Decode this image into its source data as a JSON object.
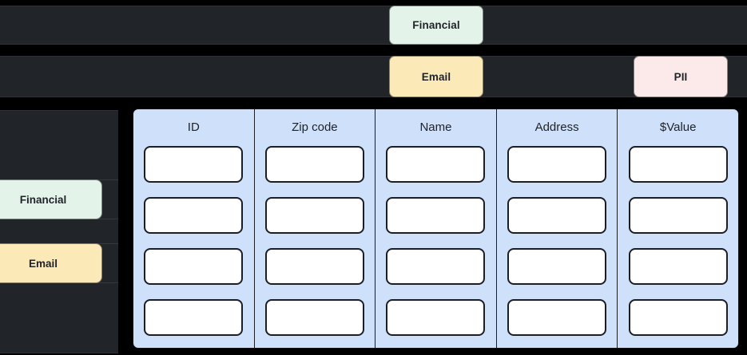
{
  "background": {
    "page": "#000000",
    "bar": "#212429"
  },
  "palette": {
    "financial": "#e3f3e9",
    "email": "#fce9b8",
    "pii": "#fbeae9",
    "column": "#cfe0fa",
    "cell": "#ffffff",
    "border": "#1b1f24"
  },
  "tag_rows": [
    {
      "name": "tag-row-1",
      "chips": [
        {
          "label": "Financial",
          "kind": "financial"
        }
      ]
    },
    {
      "name": "tag-row-2",
      "chips": [
        {
          "label": "Email",
          "kind": "email"
        },
        {
          "label": "PII",
          "kind": "pii"
        }
      ]
    }
  ],
  "top_chips": {
    "financial": "Financial",
    "email": "Email",
    "pii": "PII"
  },
  "sidebar": {
    "items": [
      {
        "label": "Financial",
        "kind": "financial"
      },
      {
        "label": "Email",
        "kind": "email"
      }
    ]
  },
  "table": {
    "columns": [
      {
        "header": "ID",
        "cells": [
          "",
          "",
          "",
          ""
        ]
      },
      {
        "header": "Zip code",
        "cells": [
          "",
          "",
          "",
          ""
        ]
      },
      {
        "header": "Name",
        "cells": [
          "",
          "",
          "",
          ""
        ]
      },
      {
        "header": "Address",
        "cells": [
          "",
          "",
          "",
          ""
        ]
      },
      {
        "header": "$Value",
        "cells": [
          "",
          "",
          "",
          ""
        ]
      }
    ],
    "row_count": 4,
    "column_count": 5
  }
}
